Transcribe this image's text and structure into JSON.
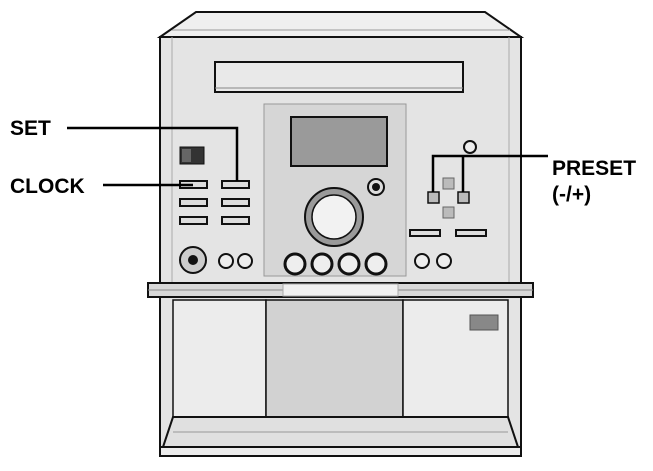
{
  "labels": {
    "set": "SET",
    "clock": "CLOCK",
    "preset": "PRESET",
    "preset_sub": "(-/+)"
  },
  "colors": {
    "body": "#e4e4e4",
    "panel": "#d4d4d4",
    "display": "#9a9a9a",
    "outline": "#111111",
    "label_text": "#000000"
  }
}
